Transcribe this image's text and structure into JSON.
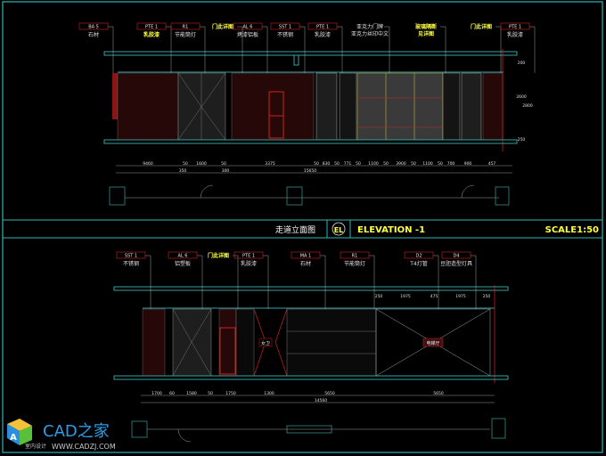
{
  "drawing": {
    "title_cn": "走道立面图",
    "symbol": "EL",
    "title_en": "ELEVATION -1",
    "scale": "SCALE1:50"
  },
  "top_elevation": {
    "callouts": [
      {
        "code": "BA  5",
        "note": "石材",
        "yellow": false
      },
      {
        "code": "PTE  1",
        "note": "乳胶漆",
        "yellow": true
      },
      {
        "code": "R1",
        "note": "节能筒灯",
        "yellow": false
      },
      {
        "code": "",
        "note": "门此详图",
        "yellow": true
      },
      {
        "code": "AL  6",
        "note": "烤漆铝板",
        "yellow": false
      },
      {
        "code": "SST  1",
        "note": "不锈钢",
        "yellow": false
      },
      {
        "code": "PTE  1",
        "note": "乳胶漆",
        "yellow": false
      },
      {
        "code": "",
        "note": "亚克力门牌",
        "note2": "亚克力丝印中文",
        "yellow": false
      },
      {
        "code": "",
        "note": "玻璃隔断",
        "note2": "见详图",
        "yellow": true
      },
      {
        "code": "",
        "note": "门此详图",
        "yellow": true
      },
      {
        "code": "PTE  1",
        "note": "乳胶漆",
        "yellow": false
      }
    ],
    "dims_row1": [
      "9460",
      "50",
      "1600",
      "50",
      "3375",
      "50",
      "830",
      "50",
      "771",
      "50",
      "1100",
      "50",
      "3900",
      "50",
      "1100",
      "50",
      "700",
      "900",
      "457"
    ],
    "dims_row2": [
      "350",
      "300"
    ],
    "dim_total": "15650",
    "height_dims": [
      "200",
      "2600",
      "2800",
      "250"
    ]
  },
  "bottom_elevation": {
    "callouts": [
      {
        "code": "SST  1",
        "note": "不锈钢",
        "yellow": false
      },
      {
        "code": "AL  6",
        "note": "铝塑板",
        "yellow": false
      },
      {
        "code": "",
        "note": "门此详图",
        "yellow": true
      },
      {
        "code": "PTE  1",
        "note": "乳胶漆",
        "yellow": false
      },
      {
        "code": "MA  1",
        "note": "石材",
        "yellow": false
      },
      {
        "code": "R1",
        "note": "节能筒灯",
        "yellow": false
      },
      {
        "code": "D2",
        "note": "T4灯管",
        "yellow": false
      },
      {
        "code": "D4",
        "note": "豆胆造型灯具",
        "yellow": false
      }
    ],
    "room_labels": [
      "女卫",
      "电梯厅"
    ],
    "dims_row1": [
      "1700",
      "60",
      "1580",
      "50",
      "1750",
      "1300",
      "5650",
      "5650"
    ],
    "dim_total": "14560",
    "ceiling_dims": [
      "250",
      "1975",
      "475",
      "1975",
      "250"
    ]
  },
  "watermark": {
    "logo_text": "CAD之家",
    "url": "WWW.CADZJ.COM",
    "sub": "室内设计"
  },
  "colors": {
    "frame": "#2fb7b7",
    "wall": "#3aa0a0",
    "red": "#d02020",
    "yellow": "#ffff40"
  }
}
